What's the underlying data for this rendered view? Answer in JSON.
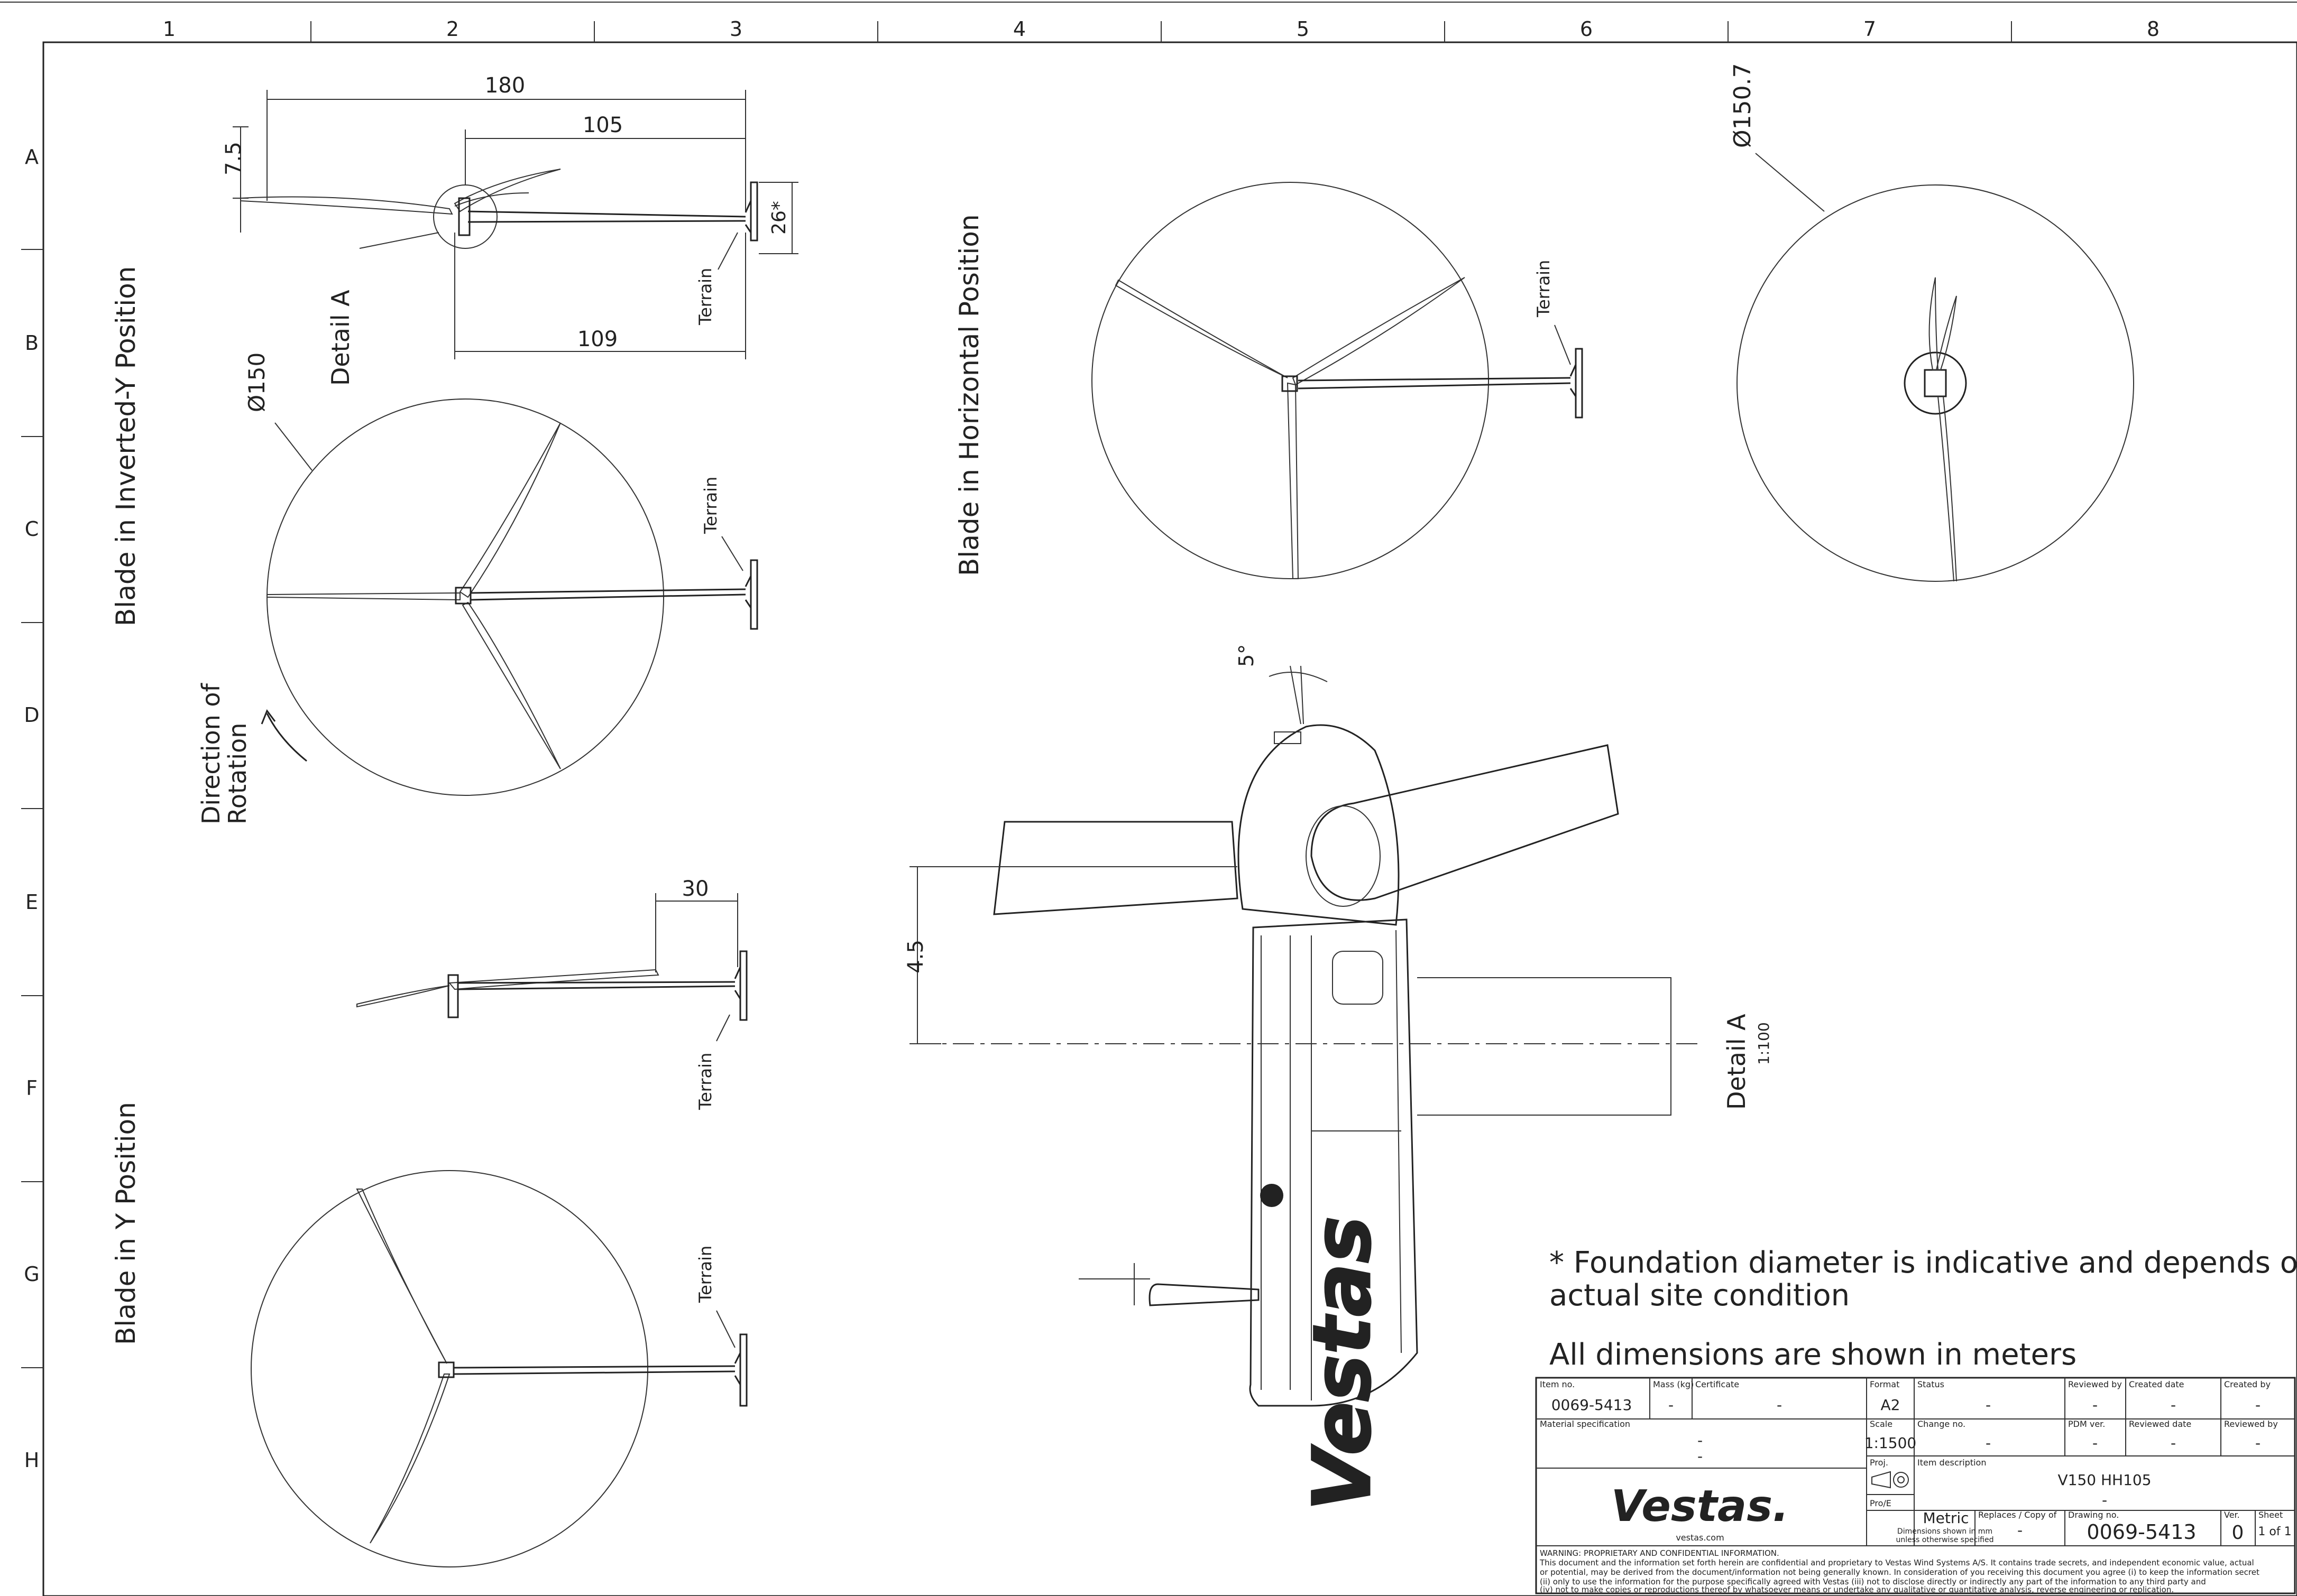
{
  "grid": {
    "columns": [
      "1",
      "2",
      "3",
      "4",
      "5",
      "6",
      "7",
      "8"
    ],
    "rows": [
      "A",
      "B",
      "C",
      "D",
      "E",
      "F",
      "G",
      "H"
    ]
  },
  "views": {
    "inverted_y": {
      "title": "Blade in Inverted-Y Position",
      "dim_total": "180",
      "dim_hub": "105",
      "dim_tower": "109",
      "dim_offset": "7.5",
      "dim_foundation": "26*",
      "detail_label": "Detail A",
      "diameter_label": "Ø150",
      "terrain": "Terrain",
      "rotation_label_1": "Direction of",
      "rotation_label_2": "Rotation"
    },
    "horizontal": {
      "title": "Blade in Horizontal Position",
      "terrain": "Terrain"
    },
    "front": {
      "diameter_label": "Ø150.7"
    },
    "side_e": {
      "dim": "30",
      "terrain": "Terrain"
    },
    "y_position": {
      "title": "Blade in Y Position",
      "terrain": "Terrain"
    },
    "detail": {
      "title": "Detail A",
      "scale": "1:100",
      "angle": "5°",
      "dim_height": "4.5",
      "brand": "Vestas"
    }
  },
  "notes": {
    "foundation_1": "* Foundation diameter is indicative and depends on",
    "foundation_2": "actual site condition",
    "dimensions": "All dimensions are shown in meters"
  },
  "title_block": {
    "item_no_label": "Item no.",
    "item_no": "0069-5413",
    "mass_label": "Mass (kg)",
    "mass": "-",
    "certificate_label": "Certificate",
    "certificate": "-",
    "format_label": "Format",
    "format": "A2",
    "status_label": "Status",
    "status": "-",
    "reviewed_by_label": "Reviewed by",
    "reviewed_by": "-",
    "created_date_label": "Created date",
    "created_date": "-",
    "created_by_label": "Created by",
    "created_by": "-",
    "material_label": "Material specification",
    "material_1": "-",
    "material_2": "-",
    "scale_label": "Scale",
    "scale": "1:1500",
    "change_label": "Change no.",
    "change": "-",
    "pdm_label": "PDM ver.",
    "pdm": "-",
    "reviewed_date_label": "Reviewed date",
    "reviewed_date": "-",
    "reviewed_by2_label": "Reviewed by",
    "reviewed_by2": "-",
    "proj_label": "Proj.",
    "item_desc_label": "Item description",
    "item_desc": "V150 HH105",
    "item_desc_2": "-",
    "proe_label": "Pro/E",
    "company": "Vestas.",
    "website": "vestas.com",
    "metric": "Metric",
    "dims_note_1": "Dimensions shown in mm",
    "dims_note_2": "unless otherwise specified",
    "replaces_label": "Replaces / Copy of",
    "replaces": "-",
    "drawing_label": "Drawing no.",
    "drawing": "0069-5413",
    "ver_label": "Ver.",
    "ver": "0",
    "sheet_label": "Sheet",
    "sheet": "1 of 1",
    "warning_1": "WARNING: PROPRIETARY AND CONFIDENTIAL INFORMATION.",
    "warning_2": "This document and the information set forth herein are confidential and proprietary to Vestas Wind Systems A/S. It contains trade secrets, and independent economic value, actual",
    "warning_3": "or potential, may be derived from the document/information not being generally known. In consideration of you receiving this document you agree (i) to keep the information secret",
    "warning_4": "(ii) only to use the information for the purpose specifically agreed with Vestas (iii) not to disclose directly or indirectly any part of the information to any third party and",
    "warning_5": "(iv) not to make copies or reproductions thereof by whatsoever means or undertake any qualitative or quantitative analysis, reverse engineering or replication."
  }
}
